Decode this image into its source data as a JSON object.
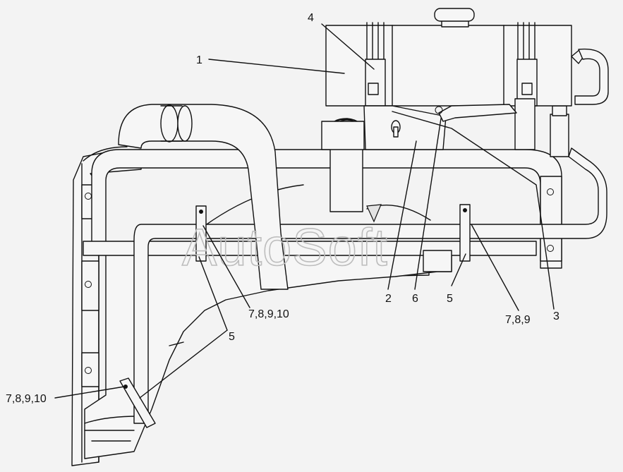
{
  "watermark": "AutoSoft",
  "labels": {
    "part_1": "1",
    "part_2": "2",
    "part_3": "3",
    "part_4": "4",
    "part_5_left": "5",
    "part_5_right": "5",
    "part_6": "6",
    "fasteners_center": "7,8,9,10",
    "fasteners_left": "7,8,9,10",
    "fasteners_right": "7,8,9"
  },
  "colors": {
    "line": "#111111",
    "background": "#f3f3f3",
    "watermark": "#bdbdbd"
  }
}
